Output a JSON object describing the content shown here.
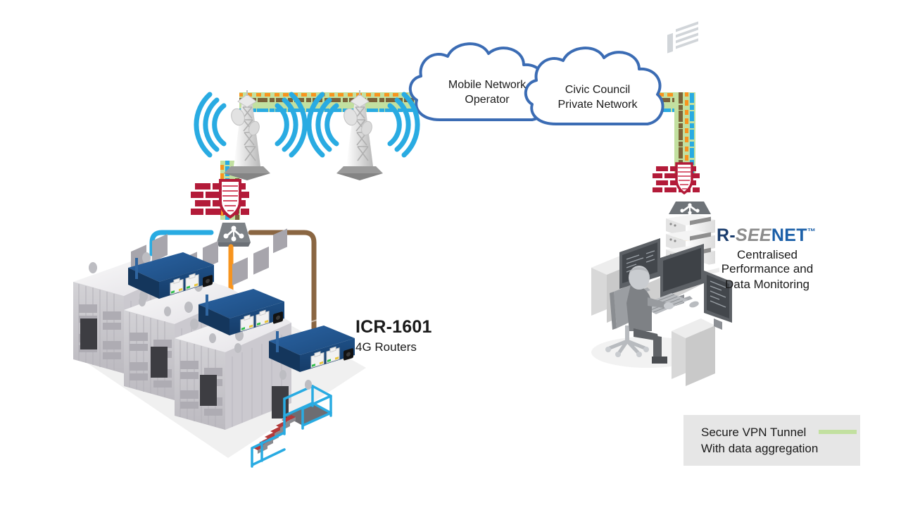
{
  "diagram": {
    "title": "ICR-1601 4G Routers to R-SEENET monitoring topology",
    "background": "#ffffff"
  },
  "clouds": [
    {
      "name": "mobile-network-operator",
      "line1": "Mobile Network",
      "line2": "Operator",
      "stroke": "#3b6cb4"
    },
    {
      "name": "civic-council-private-network",
      "line1": "Civic Council",
      "line2": "Private Network",
      "stroke": "#3b6cb4"
    }
  ],
  "devices": {
    "routers": {
      "title": "ICR-1601",
      "subtitle": "4G Routers",
      "count": 3,
      "body_color": "#1e4f86",
      "port_count": 2
    },
    "towers": {
      "name": "cell-tower",
      "count": 2,
      "signal_color": "#29abe2"
    },
    "switch": {
      "name": "network-switch",
      "color": "#7d8287"
    },
    "firewalls": {
      "name": "firewall-shield",
      "count": 2,
      "brick_color": "#b31b39"
    },
    "server": {
      "name": "server-stack",
      "units": 3,
      "head_color": "#6e7378"
    },
    "workstation": {
      "name": "noc-operator-workstation",
      "monitors": 3
    },
    "building": {
      "name": "warehouse-building",
      "sections": 3,
      "stair_color": "#29abe2"
    }
  },
  "cables": [
    {
      "name": "cable-blue",
      "color": "#29abe2"
    },
    {
      "name": "cable-orange",
      "color": "#f7941e"
    },
    {
      "name": "cable-brown",
      "color": "#8a6642"
    }
  ],
  "tunnel": {
    "name": "secure-vpn-tunnel",
    "background": "#c2e0a0",
    "segment_colors": [
      "#29abe2",
      "#f7941e",
      "#7a6239"
    ]
  },
  "branding": {
    "logo_part1": "R-",
    "logo_part2": "SEE",
    "logo_part3": "NET",
    "trademark": "™",
    "tagline_line1": "Centralised",
    "tagline_line2": "Performance and",
    "tagline_line3": "Data Monitoring",
    "color_part1": "#1b3d6d",
    "color_part2": "#8c8c8c",
    "color_part3": "#1b5fa8"
  },
  "legend": {
    "line1": "Secure VPN Tunnel",
    "line2": "With data aggregation",
    "swatch_color": "#c2e0a0",
    "box_color": "#e6e6e6"
  }
}
